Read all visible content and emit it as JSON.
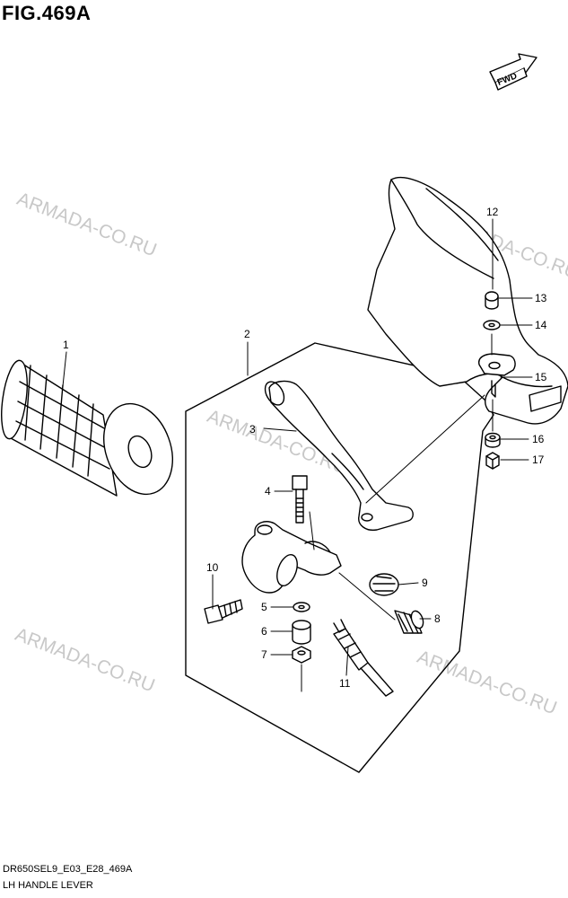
{
  "figure_title": "FIG.469A",
  "direction_label": "FWD",
  "watermark": "ARMADA-CO.RU",
  "footer_code": "DR650SEL9_E03_E28_469A",
  "footer_caption": "LH HANDLE LEVER",
  "callouts": [
    "1",
    "2",
    "3",
    "4",
    "5",
    "6",
    "7",
    "8",
    "9",
    "10",
    "11",
    "12",
    "13",
    "14",
    "15",
    "16",
    "17"
  ]
}
